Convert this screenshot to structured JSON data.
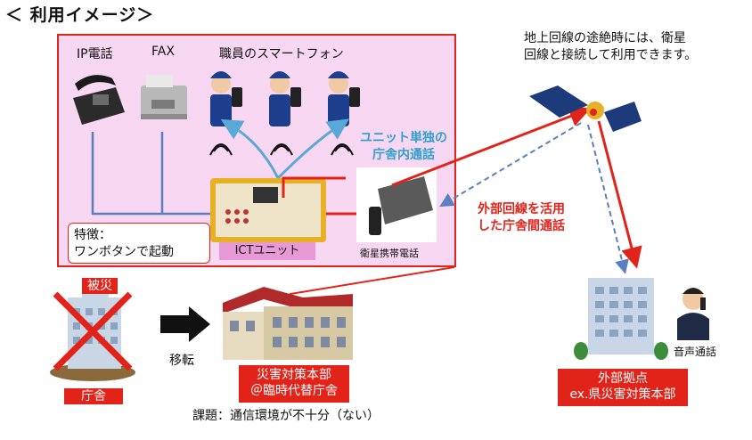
{
  "title": "＜ 利用イメージ＞",
  "devices": {
    "ip_phone": "IP電話",
    "fax": "FAX",
    "smartphones": "職員のスマートフォン"
  },
  "unit_internal_call": [
    "ユニット単独の",
    "庁舎内通話"
  ],
  "feature": [
    "特徴：",
    "ワンボタンで起動"
  ],
  "ict_unit": "ICTユニット",
  "satellite_phone": "衛星携帯電話",
  "external_line": [
    "外部回線を活用",
    "した庁舎間通話"
  ],
  "satellite_caption": [
    "地上回線の途絶時には、衛星",
    "回線と接続して利用できます。"
  ],
  "damaged_label": "被災",
  "office_label": "庁舎",
  "move_label": "移転",
  "hq_label": [
    "災害対策本部",
    "＠臨時代替庁舎"
  ],
  "issue": "課題：通信環境が不十分（ない）",
  "voice_call": "音声通話",
  "external_base": [
    "外部拠点",
    "ex.県災害対策本部"
  ],
  "colors": {
    "red": "#e2231a",
    "pink": "#f7d7f1",
    "blue": "#2f9fcf",
    "line_blue": "#5b7fbf"
  }
}
